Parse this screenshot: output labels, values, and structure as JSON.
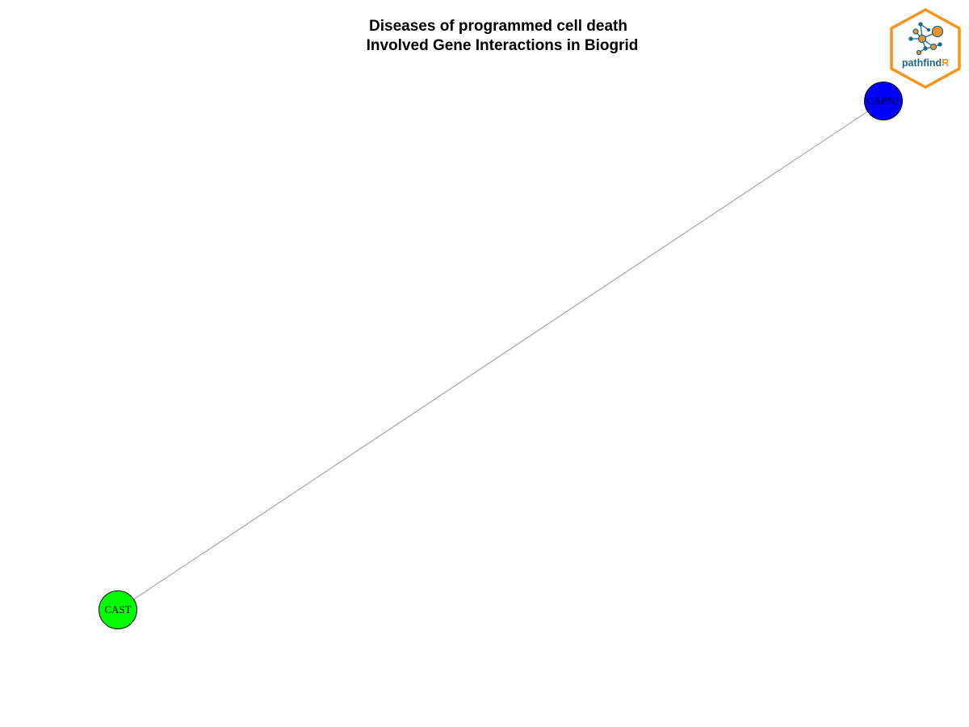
{
  "title": {
    "line1": "Diseases of programmed cell death",
    "line2": "Involved Gene Interactions in Biogrid"
  },
  "network": {
    "nodes": [
      {
        "id": "CAPN1",
        "label": "CAPN1",
        "color": "#0000ff"
      },
      {
        "id": "CAST",
        "label": "CAST",
        "color": "#00ff00"
      }
    ],
    "edges": [
      {
        "source": "CAPN1",
        "target": "CAST",
        "color": "#a6a6a6"
      }
    ]
  },
  "logo": {
    "text_main": "pathfind",
    "text_accent": "R",
    "colors": {
      "border": "#f7941d",
      "dark": "#1a6a8c",
      "accent": "#f7941d"
    }
  }
}
